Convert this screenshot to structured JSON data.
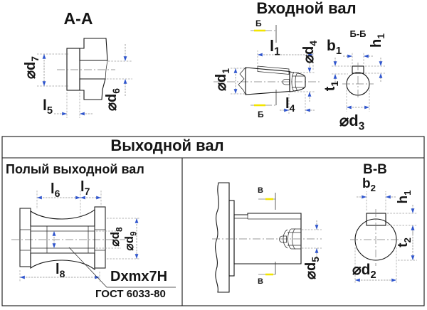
{
  "colors": {
    "arrow": "#2f55cd",
    "highlight": "#f2e400",
    "line": "#151515"
  },
  "top_left": {
    "title": "А-А",
    "dims": {
      "d7": {
        "base": "⌀d",
        "sub": "7"
      },
      "d6": {
        "base": "⌀d",
        "sub": "6"
      },
      "l5": {
        "base": "l",
        "sub": "5"
      }
    }
  },
  "top_right": {
    "title": "Входной вал",
    "section_mark": "Б",
    "section_title": "Б-Б",
    "dims": {
      "l1": {
        "base": "l",
        "sub": "1"
      },
      "d4": {
        "base": "⌀d",
        "sub": "4"
      },
      "d1": {
        "base": "⌀d",
        "sub": "1"
      },
      "l4": {
        "base": "l",
        "sub": "4"
      },
      "b1": {
        "base": "b",
        "sub": "1"
      },
      "h1": {
        "base": "h",
        "sub": "1"
      },
      "t1": {
        "base": "t",
        "sub": "1"
      },
      "d3": {
        "base": "⌀d",
        "sub": "3"
      }
    }
  },
  "bottom": {
    "header": "Выходной вал",
    "left": {
      "subtitle": "Полый выходной вал",
      "spline_note": "Dxmx7H",
      "gost": "ГОСТ 6033-80",
      "dims": {
        "l6": {
          "base": "l",
          "sub": "6"
        },
        "l7": {
          "base": "l",
          "sub": "7"
        },
        "d8": {
          "base": "⌀d",
          "sub": "8"
        },
        "d9": {
          "base": "⌀d",
          "sub": "9"
        },
        "l8": {
          "base": "l",
          "sub": "8"
        }
      }
    },
    "right": {
      "section_mark": "В",
      "section_title": "В-В",
      "dims": {
        "d5": {
          "base": "⌀d",
          "sub": "5"
        },
        "b2": {
          "base": "b",
          "sub": "2"
        },
        "h1": {
          "base": "h",
          "sub": "1"
        },
        "t2": {
          "base": "t",
          "sub": "2"
        },
        "d2": {
          "base": "⌀d",
          "sub": "2"
        }
      }
    }
  }
}
